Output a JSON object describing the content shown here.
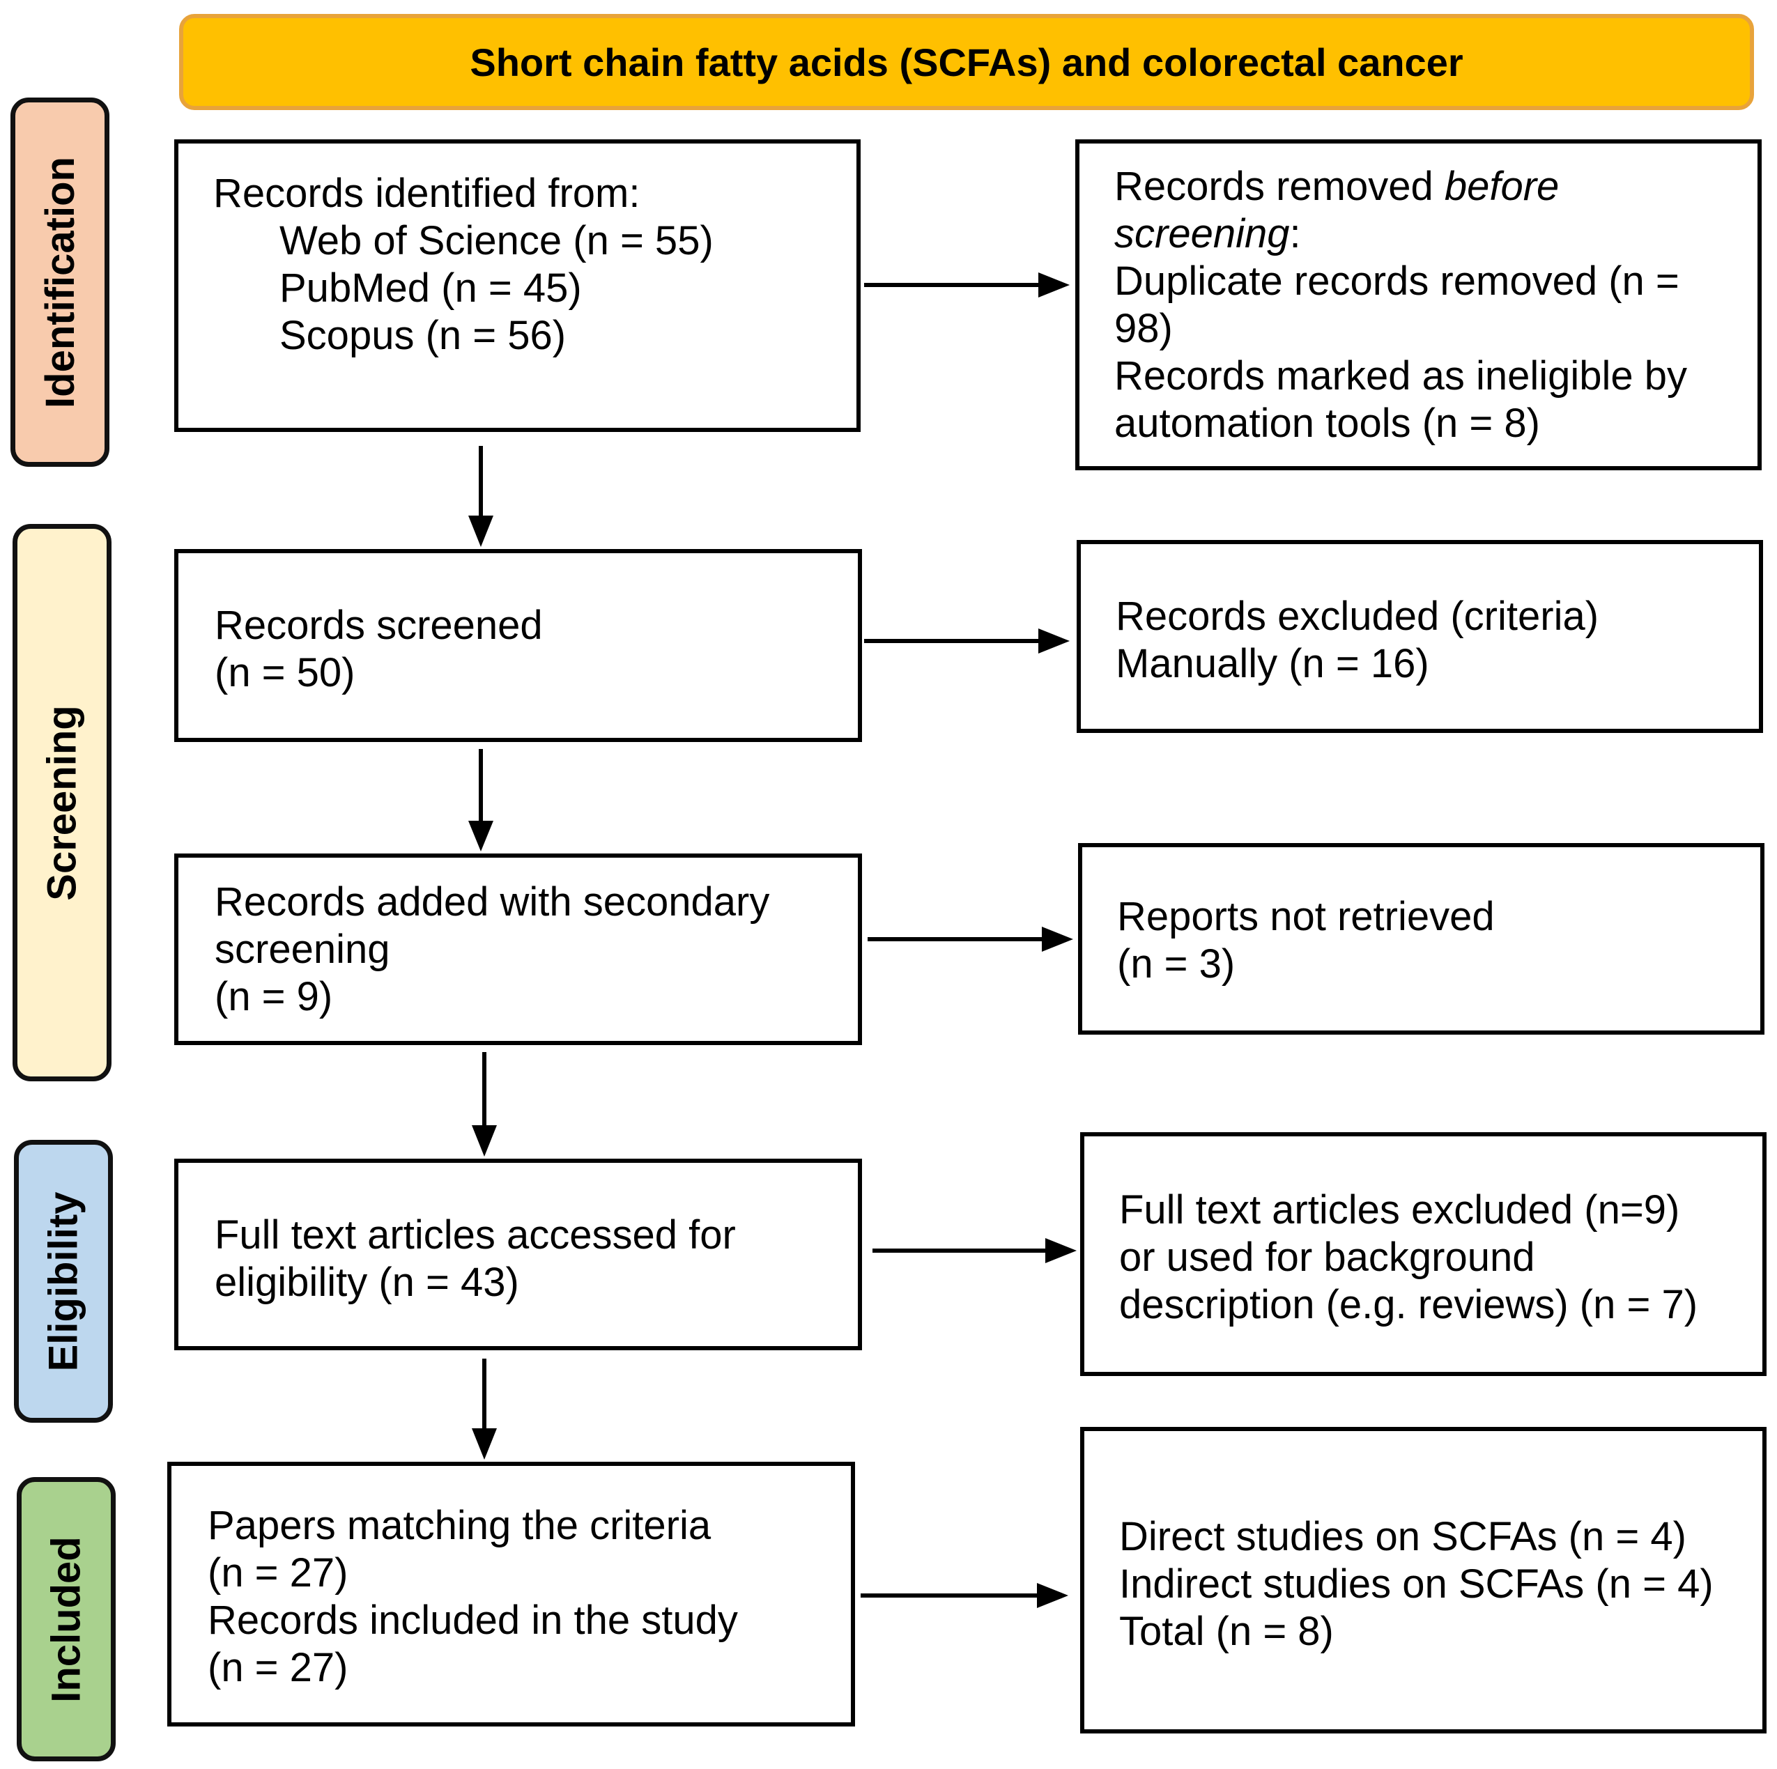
{
  "title": "Short chain fatty acids (SCFAs) and colorectal cancer",
  "phases": {
    "identification": "Identification",
    "screening": "Screening",
    "eligibility": "Eligibility",
    "included": "Included"
  },
  "colors": {
    "title_fill": "#ffc000",
    "identification_fill": "#f8cbad",
    "screening_fill": "#fff2cc",
    "eligibility_fill": "#bdd7ee",
    "included_fill": "#a9d18e"
  },
  "boxes": {
    "identified": {
      "heading": "Records identified from:",
      "sources": [
        "Web of Science (n = 55)",
        "PubMed (n = 45)",
        "Scopus (n = 56)"
      ]
    },
    "removed": {
      "line1_normal": "Records removed ",
      "line1_italic": "before",
      "line2_italic": "screening",
      "line2_colon": ":",
      "lines": [
        "Duplicate records removed (n =",
        "98)",
        "Records marked as ineligible by",
        "automation tools (n = 8)"
      ]
    },
    "screened": [
      "Records screened",
      "(n = 50)"
    ],
    "excluded": [
      "Records excluded (criteria)",
      "Manually (n = 16)"
    ],
    "secondary": [
      "Records added with secondary",
      "screening",
      "(n = 9)"
    ],
    "not_retrieved": [
      "Reports not retrieved",
      "(n = 3)"
    ],
    "fulltext": [
      "Full text articles accessed for",
      "eligibility (n = 43)"
    ],
    "fulltext_excluded": [
      "Full text articles excluded (n=9)",
      "or used for background",
      "description (e.g. reviews) (n = 7)"
    ],
    "included": [
      "Papers matching the criteria",
      "(n = 27)",
      "Records included in the study",
      "(n = 27)"
    ],
    "studies": [
      "Direct studies on SCFAs (n = 4)",
      "Indirect studies on SCFAs (n = 4)",
      "Total (n = 8)"
    ]
  }
}
